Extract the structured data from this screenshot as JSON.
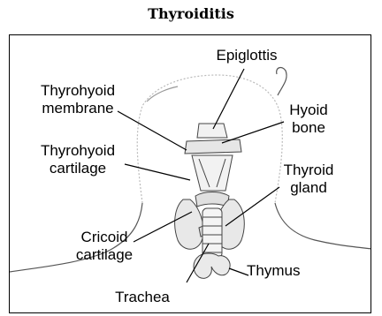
{
  "title": "Thyroiditis",
  "labels": {
    "epiglottis": "Epiglottis",
    "thyrohyoid_membrane_1": "Thyrohyoid",
    "thyrohyoid_membrane_2": "membrane",
    "hyoid_bone_1": "Hyoid",
    "hyoid_bone_2": "bone",
    "thyrohyoid_cartilage_1": "Thyrohyoid",
    "thyrohyoid_cartilage_2": "cartilage",
    "thyroid_gland_1": "Thyroid",
    "thyroid_gland_2": "gland",
    "cricoid_cartilage_1": "Cricoid",
    "cricoid_cartilage_2": "cartilage",
    "thymus": "Thymus",
    "trachea": "Trachea"
  }
}
